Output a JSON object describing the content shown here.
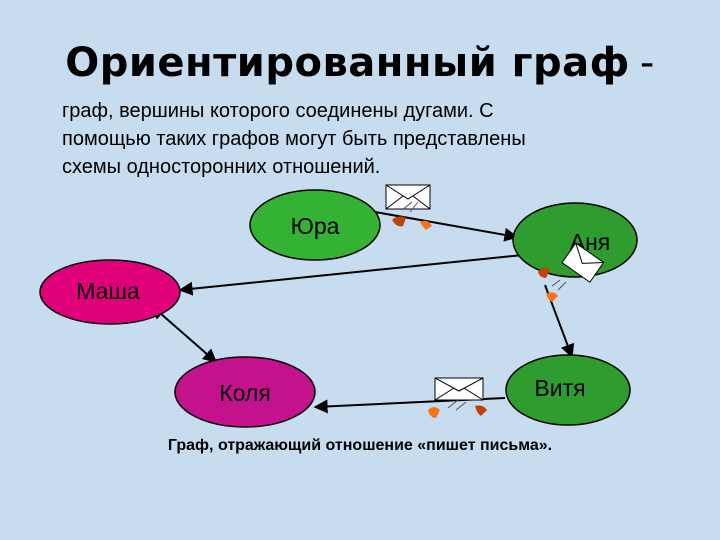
{
  "title": {
    "text": "Ориентированный граф",
    "dash": "-"
  },
  "description": {
    "line1": "граф, вершины которого соединены дугами. С",
    "line2": "помощью таких графов могут быть представлены",
    "line3": "схемы односторонних отношений."
  },
  "nodes": {
    "yura": {
      "label": "Юра",
      "color": "#33b233"
    },
    "anya": {
      "label": "Аня",
      "color": "#2e9c2e"
    },
    "masha": {
      "label": "Маша",
      "color": "#e0007a"
    },
    "kolya": {
      "label": "Коля",
      "color": "#c4128c"
    },
    "vitya": {
      "label": "Витя",
      "color": "#2e9c2e"
    }
  },
  "edges": [
    {
      "from": "Юра",
      "to": "Аня"
    },
    {
      "from": "Аня",
      "to": "Маша"
    },
    {
      "from": "Аня",
      "to": "Витя"
    },
    {
      "from": "Витя",
      "to": "Коля"
    },
    {
      "from": "Маша",
      "to": "Коля"
    }
  ],
  "icons": [
    "envelope-icon",
    "hand-icon"
  ],
  "caption": "Граф, отражающий отношение «пишет письма»."
}
